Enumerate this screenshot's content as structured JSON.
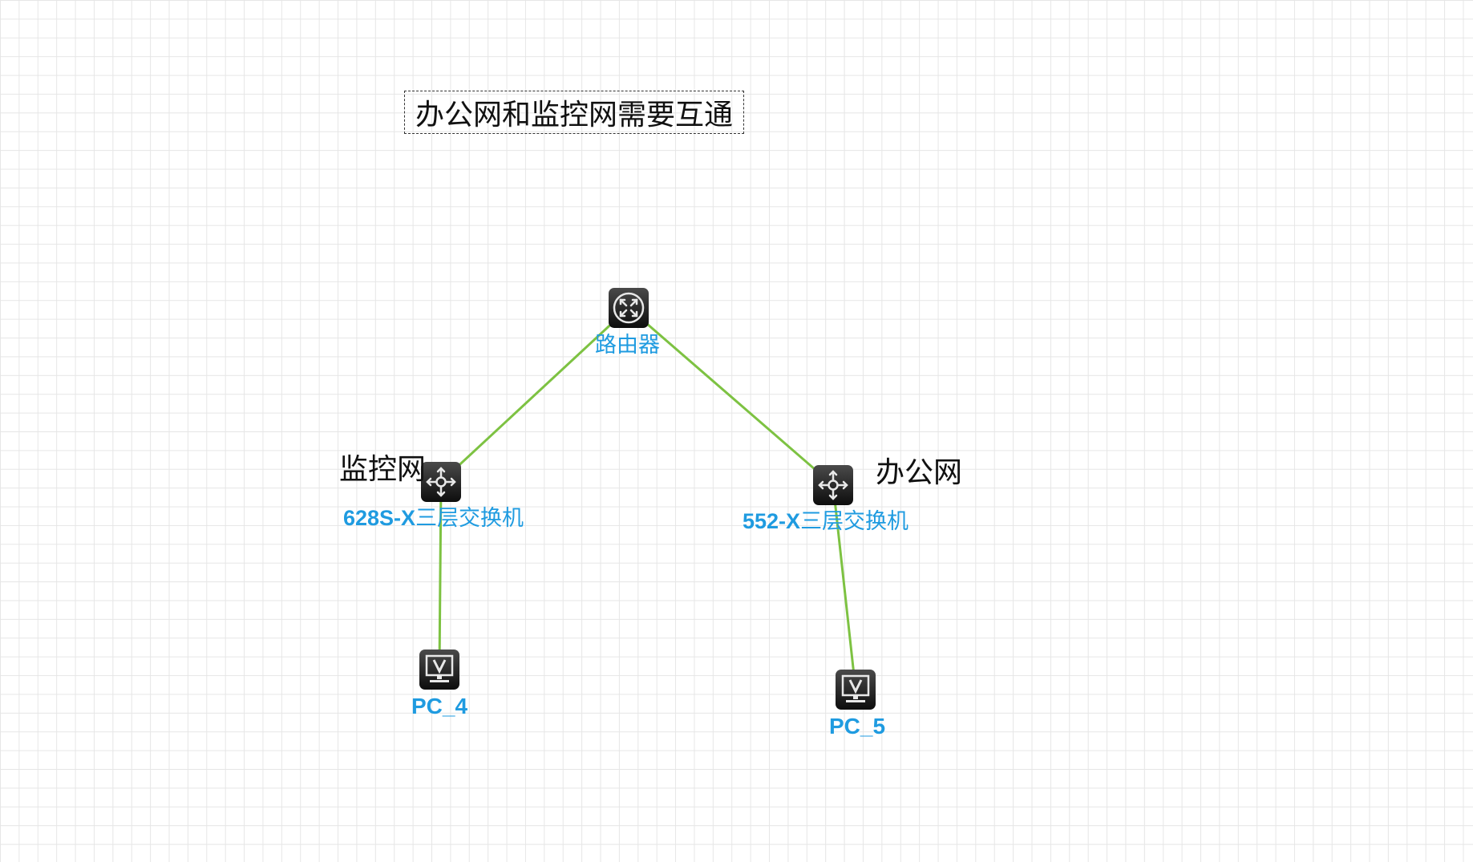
{
  "title_text": "办公网和监控网需要互通",
  "link_color": "#7dc242",
  "label_color": "#1f9be0",
  "devices": {
    "router": {
      "label": "路由器",
      "icon": "router-icon"
    },
    "switch_left": {
      "model": "628S-X",
      "desc": "三层交换机",
      "icon": "l3-switch-icon",
      "zone": "监控网"
    },
    "switch_right": {
      "model": "552-X",
      "desc": "三层交换机",
      "icon": "l3-switch-icon",
      "zone": "办公网"
    },
    "pc_left": {
      "label": "PC_4",
      "icon": "pc-icon"
    },
    "pc_right": {
      "label": "PC_5",
      "icon": "pc-icon"
    }
  }
}
